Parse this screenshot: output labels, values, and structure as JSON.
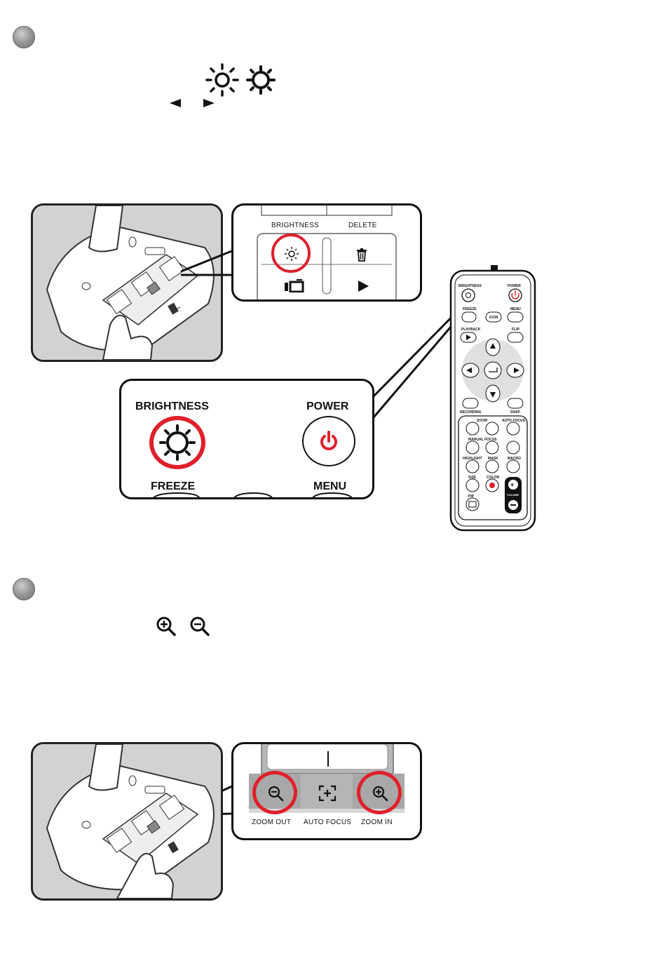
{
  "step1": {
    "brightness_icons": [
      "sun-outline-icon",
      "sun-filled-icon"
    ],
    "arrow_icons": [
      "triangle-left-icon",
      "triangle-right-icon"
    ]
  },
  "step1_panel": {
    "brightness_label": "BRIGHTNESS",
    "delete_label": "DELETE"
  },
  "step1_remote_zoom": {
    "brightness_label": "BRIGHTNESS",
    "power_label": "POWER",
    "freeze_label": "FREEZE",
    "menu_label": "MENU"
  },
  "remote": {
    "labels": {
      "brightness": "BRIGHTNESS",
      "power": "POWER",
      "freeze": "FREEZE",
      "icon": "ICON",
      "menu": "MENU",
      "playback": "PLAYBACK",
      "flip": "FLIP",
      "recording": "RECORDING",
      "snap": "SNAP",
      "zoom": "ZOOM",
      "auto_focus": "AUTO FOCUS",
      "manual_focus": "MANUAL FOCUS",
      "highlight": "HIGHLIGHT",
      "mask": "MASK",
      "macro": "MACRO",
      "size": "SIZE",
      "color": "COLOR",
      "pip": "PIP",
      "volume": "VOLUME"
    }
  },
  "step2": {
    "zoom_icons": [
      "zoom-in-icon",
      "zoom-out-icon"
    ]
  },
  "step2_panel": {
    "zoom_out_label": "ZOOM OUT",
    "auto_focus_label": "AUTO FOCUS",
    "zoom_in_label": "ZOOM IN"
  },
  "colors": {
    "highlight_red": "#e0202a",
    "panel_gray": "#a8a8a8"
  }
}
